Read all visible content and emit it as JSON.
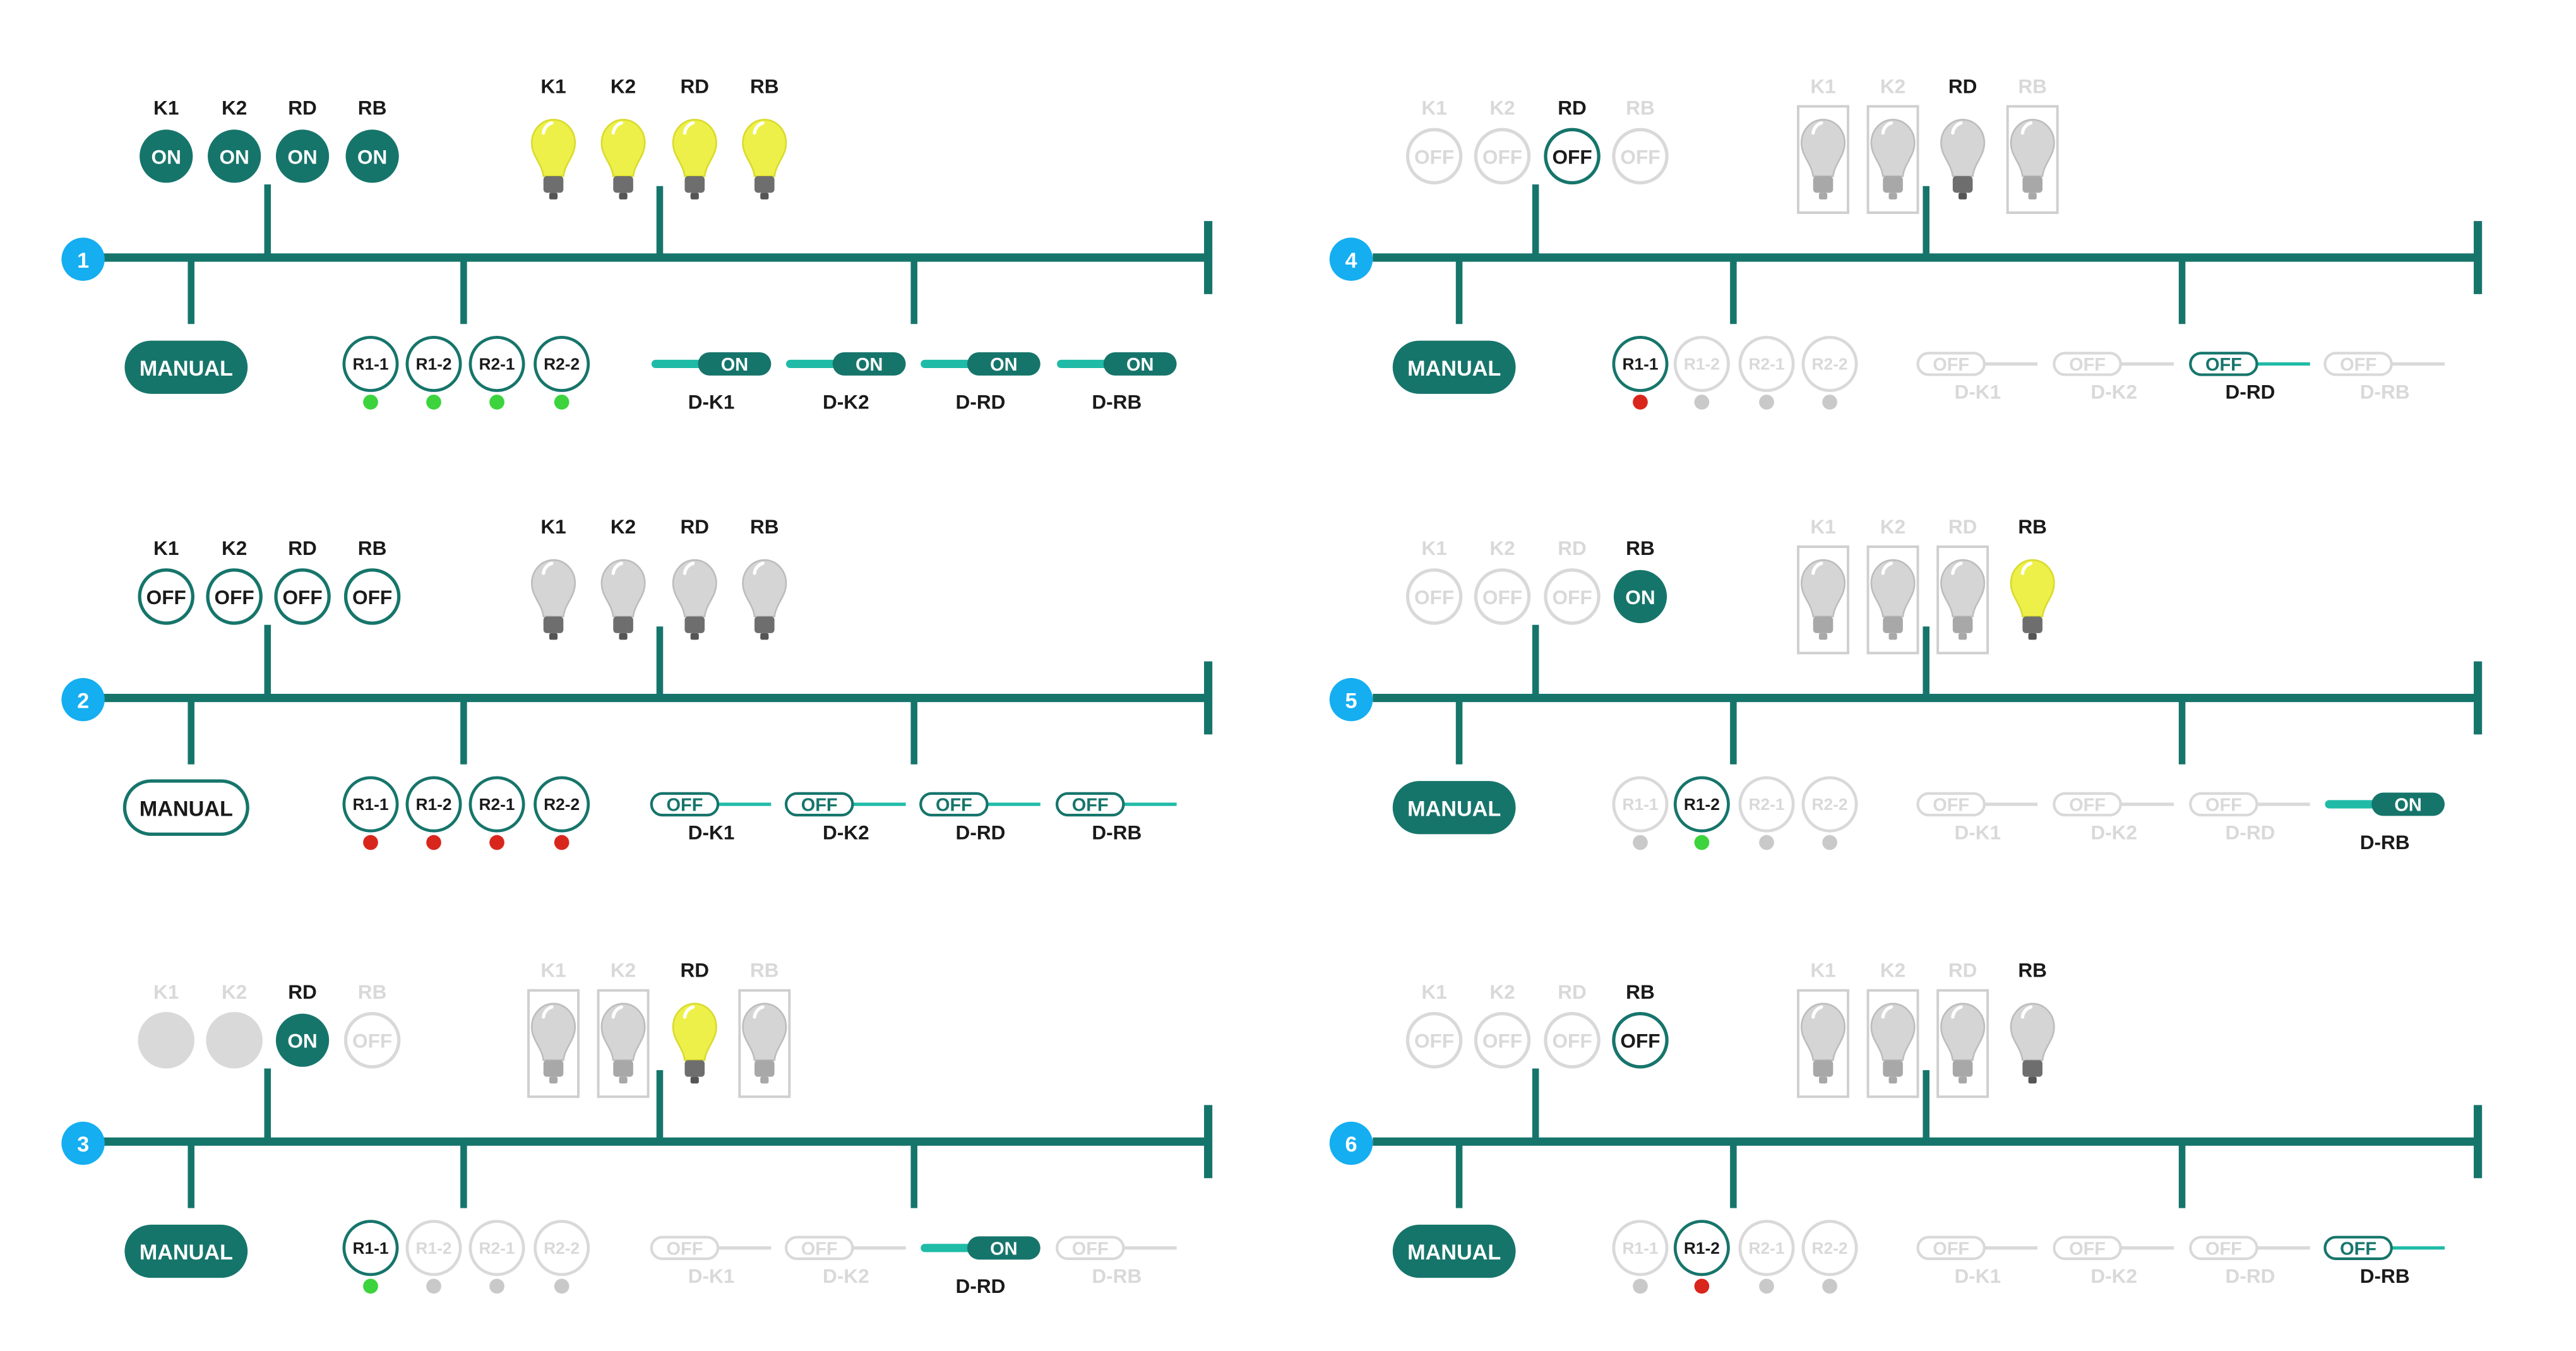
{
  "colors": {
    "teal": "#16756B",
    "cyan": "#1FBBA7",
    "step_blue": "#14AEF1",
    "green_dot": "#3CD33C",
    "red_dot": "#D9261C",
    "bulb_on": "#EEF04A",
    "bulb_off": "#D5D5D5",
    "dim": "#D9D9D9",
    "dim_dot": "#C9C9C9"
  },
  "labels": {
    "manual": "MANUAL",
    "on": "ON",
    "off": "OFF"
  },
  "panels": [
    {
      "step": "1",
      "switches": [
        {
          "name": "K1",
          "state": "on"
        },
        {
          "name": "K2",
          "state": "on"
        },
        {
          "name": "RD",
          "state": "on"
        },
        {
          "name": "RB",
          "state": "on"
        }
      ],
      "bulbs": [
        {
          "name": "K1",
          "state": "on"
        },
        {
          "name": "K2",
          "state": "on"
        },
        {
          "name": "RD",
          "state": "on"
        },
        {
          "name": "RB",
          "state": "on"
        }
      ],
      "manual": "active",
      "relays": [
        {
          "name": "R1-1",
          "state": "active",
          "dot": "green"
        },
        {
          "name": "R1-2",
          "state": "active",
          "dot": "green"
        },
        {
          "name": "R2-1",
          "state": "active",
          "dot": "green"
        },
        {
          "name": "R2-2",
          "state": "active",
          "dot": "green"
        }
      ],
      "drivers": [
        {
          "name": "D-K1",
          "state": "on"
        },
        {
          "name": "D-K2",
          "state": "on"
        },
        {
          "name": "D-RD",
          "state": "on"
        },
        {
          "name": "D-RB",
          "state": "on"
        }
      ]
    },
    {
      "step": "2",
      "switches": [
        {
          "name": "K1",
          "state": "off"
        },
        {
          "name": "K2",
          "state": "off"
        },
        {
          "name": "RD",
          "state": "off"
        },
        {
          "name": "RB",
          "state": "off"
        }
      ],
      "bulbs": [
        {
          "name": "K1",
          "state": "off"
        },
        {
          "name": "K2",
          "state": "off"
        },
        {
          "name": "RD",
          "state": "off"
        },
        {
          "name": "RB",
          "state": "off"
        }
      ],
      "manual": "outline",
      "relays": [
        {
          "name": "R1-1",
          "state": "active",
          "dot": "red"
        },
        {
          "name": "R1-2",
          "state": "active",
          "dot": "red"
        },
        {
          "name": "R2-1",
          "state": "active",
          "dot": "red"
        },
        {
          "name": "R2-2",
          "state": "active",
          "dot": "red"
        }
      ],
      "drivers": [
        {
          "name": "D-K1",
          "state": "off"
        },
        {
          "name": "D-K2",
          "state": "off"
        },
        {
          "name": "D-RD",
          "state": "off"
        },
        {
          "name": "D-RB",
          "state": "off"
        }
      ]
    },
    {
      "step": "3",
      "switches": [
        {
          "name": "K1",
          "state": "blank"
        },
        {
          "name": "K2",
          "state": "blank"
        },
        {
          "name": "RD",
          "state": "on"
        },
        {
          "name": "RB",
          "state": "dimoff"
        }
      ],
      "bulbs": [
        {
          "name": "K1",
          "state": "boxed"
        },
        {
          "name": "K2",
          "state": "boxed"
        },
        {
          "name": "RD",
          "state": "on"
        },
        {
          "name": "RB",
          "state": "boxed"
        }
      ],
      "manual": "active",
      "relays": [
        {
          "name": "R1-1",
          "state": "active",
          "dot": "green"
        },
        {
          "name": "R1-2",
          "state": "dim",
          "dot": "grey"
        },
        {
          "name": "R2-1",
          "state": "dim",
          "dot": "grey"
        },
        {
          "name": "R2-2",
          "state": "dim",
          "dot": "grey"
        }
      ],
      "drivers": [
        {
          "name": "D-K1",
          "state": "dimoff"
        },
        {
          "name": "D-K2",
          "state": "dimoff"
        },
        {
          "name": "D-RD",
          "state": "on"
        },
        {
          "name": "D-RB",
          "state": "dimoff"
        }
      ]
    },
    {
      "step": "4",
      "switches": [
        {
          "name": "K1",
          "state": "dimoff"
        },
        {
          "name": "K2",
          "state": "dimoff"
        },
        {
          "name": "RD",
          "state": "off"
        },
        {
          "name": "RB",
          "state": "dimoff"
        }
      ],
      "bulbs": [
        {
          "name": "K1",
          "state": "boxed"
        },
        {
          "name": "K2",
          "state": "boxed"
        },
        {
          "name": "RD",
          "state": "off"
        },
        {
          "name": "RB",
          "state": "boxed"
        }
      ],
      "manual": "active",
      "relays": [
        {
          "name": "R1-1",
          "state": "active",
          "dot": "red"
        },
        {
          "name": "R1-2",
          "state": "dim",
          "dot": "grey"
        },
        {
          "name": "R2-1",
          "state": "dim",
          "dot": "grey"
        },
        {
          "name": "R2-2",
          "state": "dim",
          "dot": "grey"
        }
      ],
      "drivers": [
        {
          "name": "D-K1",
          "state": "dimoff"
        },
        {
          "name": "D-K2",
          "state": "dimoff"
        },
        {
          "name": "D-RD",
          "state": "off"
        },
        {
          "name": "D-RB",
          "state": "dimoff"
        }
      ]
    },
    {
      "step": "5",
      "switches": [
        {
          "name": "K1",
          "state": "dimoff"
        },
        {
          "name": "K2",
          "state": "dimoff"
        },
        {
          "name": "RD",
          "state": "dimoff"
        },
        {
          "name": "RB",
          "state": "on"
        }
      ],
      "bulbs": [
        {
          "name": "K1",
          "state": "boxed"
        },
        {
          "name": "K2",
          "state": "boxed"
        },
        {
          "name": "RD",
          "state": "boxed"
        },
        {
          "name": "RB",
          "state": "on"
        }
      ],
      "manual": "active",
      "relays": [
        {
          "name": "R1-1",
          "state": "dim",
          "dot": "grey"
        },
        {
          "name": "R1-2",
          "state": "active",
          "dot": "green"
        },
        {
          "name": "R2-1",
          "state": "dim",
          "dot": "grey"
        },
        {
          "name": "R2-2",
          "state": "dim",
          "dot": "grey"
        }
      ],
      "drivers": [
        {
          "name": "D-K1",
          "state": "dimoff"
        },
        {
          "name": "D-K2",
          "state": "dimoff"
        },
        {
          "name": "D-RD",
          "state": "dimoff"
        },
        {
          "name": "D-RB",
          "state": "on"
        }
      ]
    },
    {
      "step": "6",
      "switches": [
        {
          "name": "K1",
          "state": "dimoff"
        },
        {
          "name": "K2",
          "state": "dimoff"
        },
        {
          "name": "RD",
          "state": "dimoff"
        },
        {
          "name": "RB",
          "state": "off"
        }
      ],
      "bulbs": [
        {
          "name": "K1",
          "state": "boxed"
        },
        {
          "name": "K2",
          "state": "boxed"
        },
        {
          "name": "RD",
          "state": "boxed"
        },
        {
          "name": "RB",
          "state": "off"
        }
      ],
      "manual": "active",
      "relays": [
        {
          "name": "R1-1",
          "state": "dim",
          "dot": "grey"
        },
        {
          "name": "R1-2",
          "state": "active",
          "dot": "red"
        },
        {
          "name": "R2-1",
          "state": "dim",
          "dot": "grey"
        },
        {
          "name": "R2-2",
          "state": "dim",
          "dot": "grey"
        }
      ],
      "drivers": [
        {
          "name": "D-K1",
          "state": "dimoff"
        },
        {
          "name": "D-K2",
          "state": "dimoff"
        },
        {
          "name": "D-RD",
          "state": "dimoff"
        },
        {
          "name": "D-RB",
          "state": "off"
        }
      ]
    }
  ]
}
